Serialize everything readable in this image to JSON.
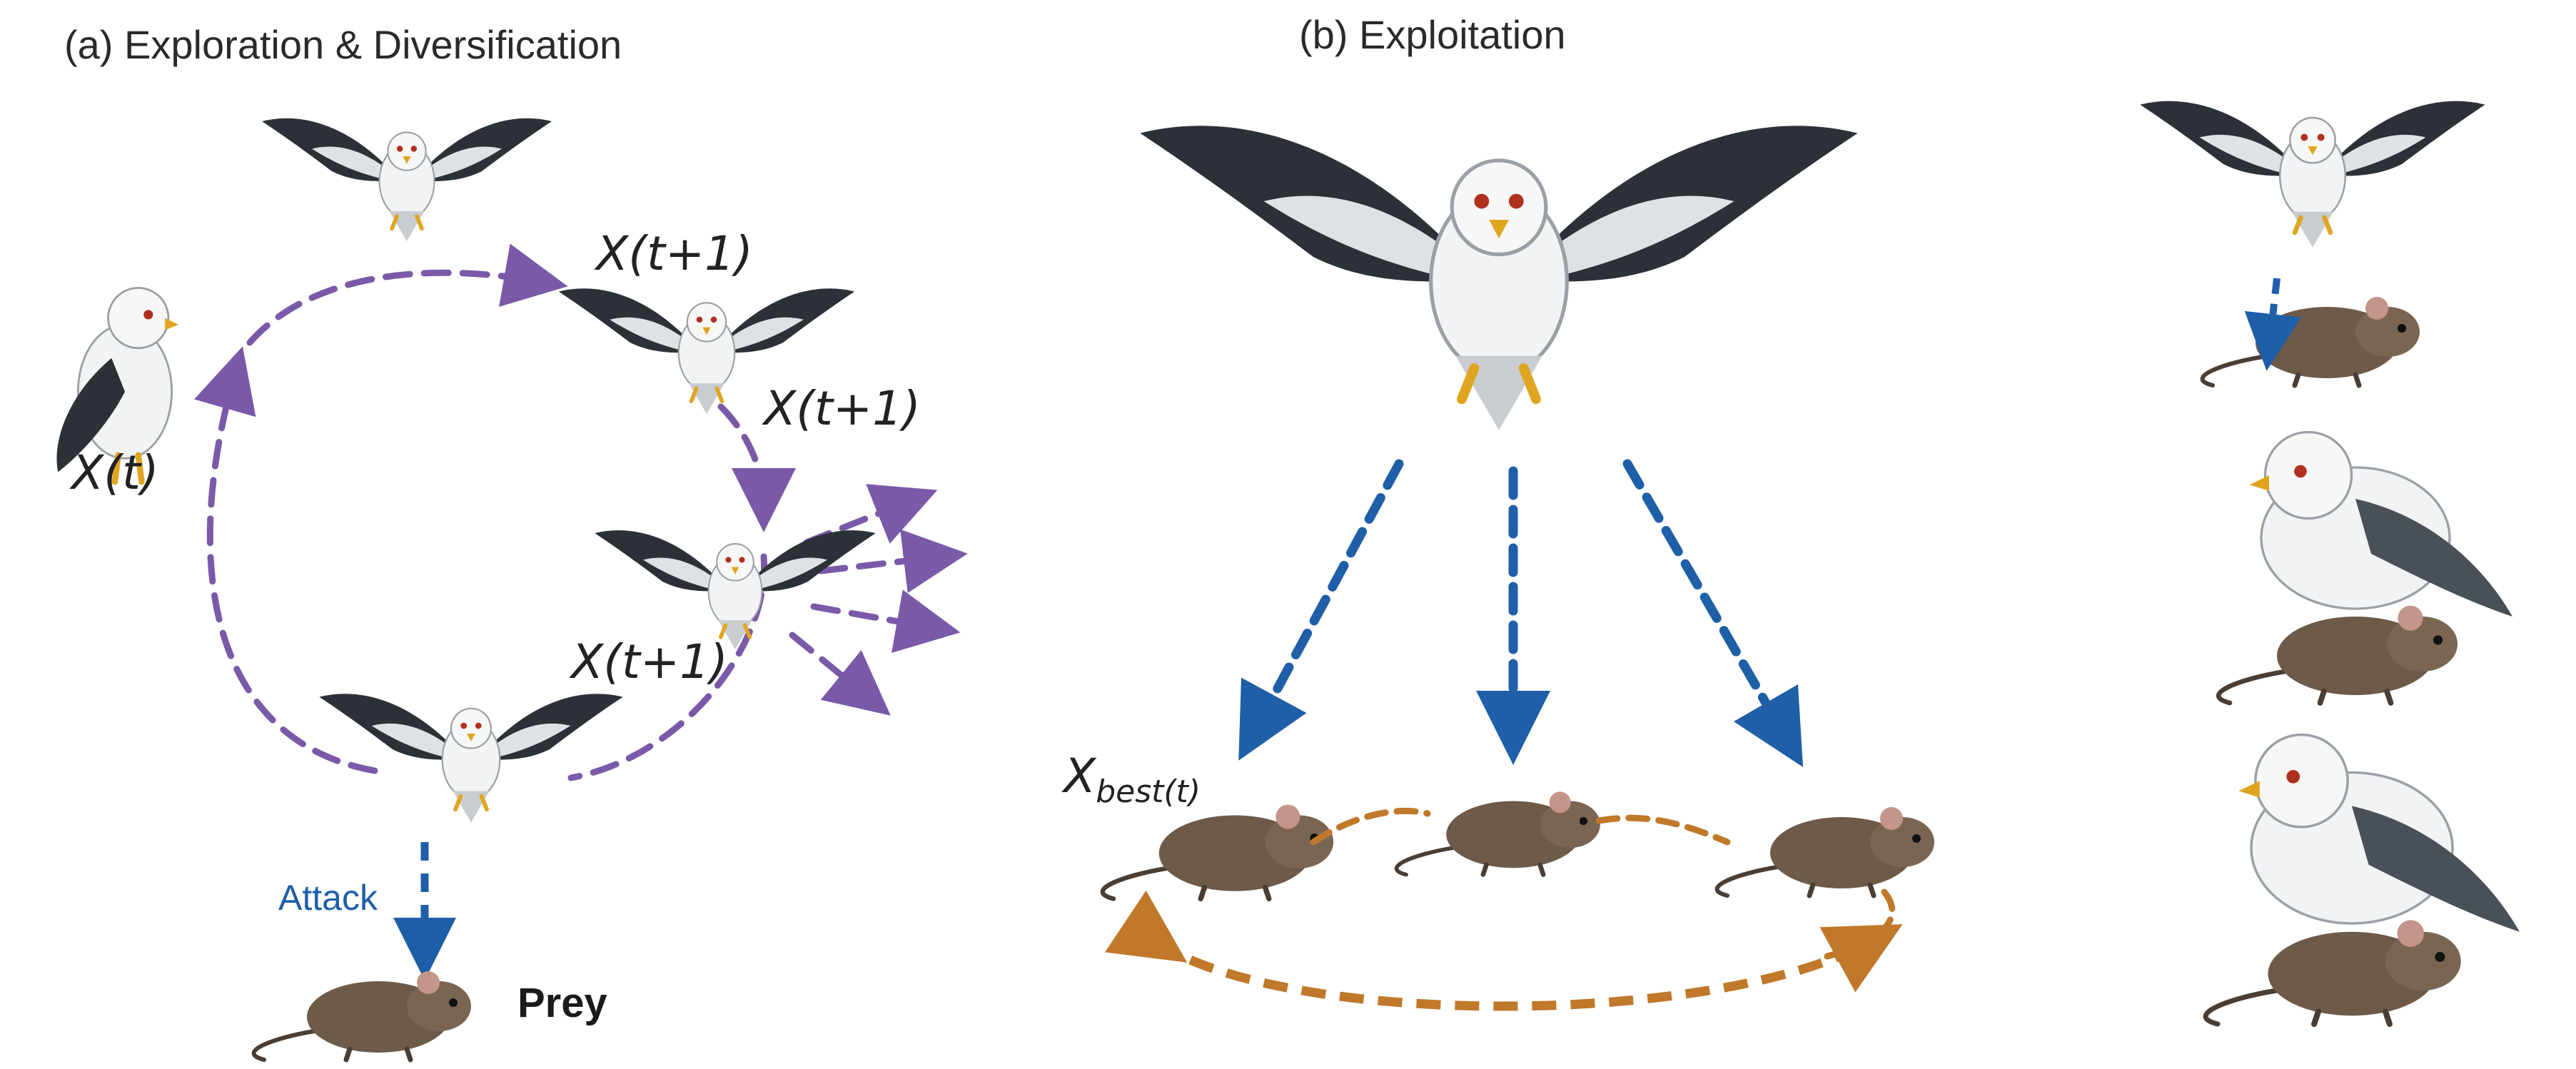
{
  "panel_a": {
    "title": "(a)  Exploration & Diversification",
    "current_position": "X(t)",
    "next_position_1": "X(t+1)",
    "next_position_2": "X(t+1)",
    "next_position_3": "X(t+1)",
    "attack_label": "Attack",
    "prey_label": "Prey"
  },
  "panel_b": {
    "title": "(b)  Exploitation",
    "best_position_base": "X",
    "best_position_subscript": "best(t)"
  },
  "colors": {
    "exploration_arrow": "#7a5aa8",
    "attack_arrow": "#1f5fa8",
    "prey_circle_arrow": "#c0782a",
    "kite_wing": "#2c3138",
    "kite_body": "#f2f3f4",
    "prey_body": "#6e5a48"
  },
  "icons": [
    "kite-icon",
    "mouse-icon"
  ]
}
